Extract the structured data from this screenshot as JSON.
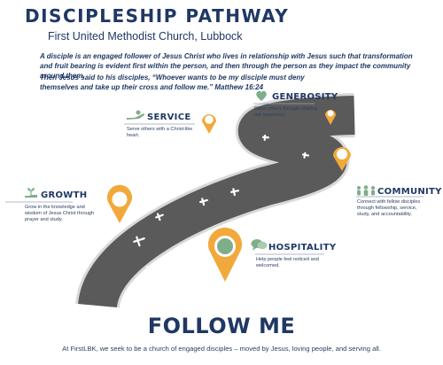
{
  "header": {
    "title": "DISCIPLESHIP PATHWAY",
    "subtitle": "First United Methodist Church, Lubbock"
  },
  "intro": {
    "paragraph_1": "A disciple is an engaged follower of Jesus Christ who lives in relationship with Jesus such that transformation and fruit bearing is evident first within the person, and then through the person as they impact the community around them.",
    "paragraph_2": "Then Jesus said to his disciples, “Whoever wants to be my disciple must deny themselves and take up their cross and follow me.”  Matthew 16:24"
  },
  "stages": {
    "generosity": {
      "title": "GENEROSITY",
      "text": "Bless others through sharing our resources.",
      "icon": "heart-hand-icon"
    },
    "service": {
      "title": "SERVICE",
      "text": "Serve others with a Christ-like heart.",
      "icon": "serving-hand-icon"
    },
    "community": {
      "title": "COMMUNITY",
      "text": "Connect with fellow disciples through fellowship, service, study, and accountability.",
      "icon": "people-group-icon"
    },
    "growth": {
      "title": "GROWTH",
      "text": "Grow in the knowledge and wisdom of Jesus Christ through prayer and study.",
      "icon": "sprout-hand-icon"
    },
    "hospitality": {
      "title": "HOSPITALITY",
      "text": "Help people feel noticed and welcomed.",
      "icon": "chat-bubbles-icon"
    }
  },
  "cta": "FOLLOW ME",
  "footer": "At FirstLBK, we seek to be a church of engaged disciples – moved by Jesus, loving people, and serving all.",
  "colors": {
    "navy": "#1f3864",
    "road": "#595959",
    "pin": "#f2a93b",
    "icon_green": "#7fae8b"
  }
}
